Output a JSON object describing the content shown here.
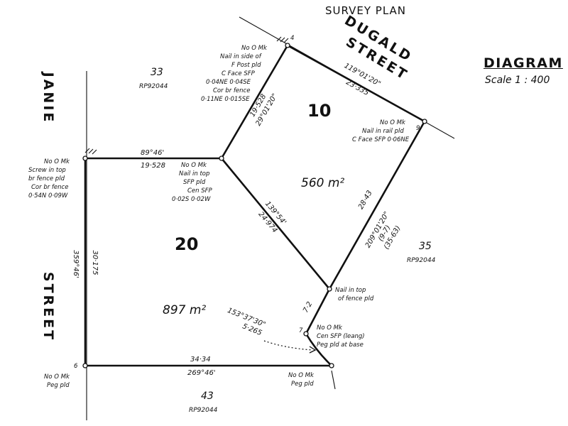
{
  "title": "SURVEY PLAN",
  "diagram": {
    "label": "DIAGRAM",
    "scale": "Scale 1 : 400"
  },
  "streets": {
    "dugald": [
      "DUGALD",
      "STREET"
    ],
    "janie": "JANIE",
    "janie_street": "STREET"
  },
  "lots": {
    "lot10": {
      "number": "10",
      "area": "560 m²"
    },
    "lot20": {
      "number": "20",
      "area": "897 m²"
    },
    "lot33": {
      "number": "33",
      "plan": "RP92044"
    },
    "lot35": {
      "number": "35",
      "plan": "RP92044"
    },
    "lot43": {
      "number": "43",
      "plan": "RP92044"
    }
  },
  "bearings": {
    "top_dugald": [
      "119°01'20\"",
      "23·335"
    ],
    "lot10_west": [
      "19·528",
      "29°01'20\""
    ],
    "lot20_north": [
      "89°46'",
      "19·528"
    ],
    "diagonal": [
      "139°54'",
      "24·974"
    ],
    "east": [
      "28·43",
      "209°01'20\"",
      "(9-7)",
      "(35·63)"
    ],
    "west": [
      "30·175",
      "359°46'"
    ],
    "south": [
      "34·34",
      "269°46'"
    ],
    "short_72": "7·2",
    "arc": [
      "153°37'30\"",
      "5·265"
    ]
  },
  "stations": {
    "s4": "4",
    "s9": "9",
    "s6": "6",
    "s7": "7"
  },
  "notes": {
    "corner4": [
      "No O Mk",
      "Nail in side of",
      "F Post pld",
      "C Face SFP",
      "0·04NE 0·04SE",
      "Cor br fence",
      "0·11NE 0·015SE"
    ],
    "corner9": [
      "No O Mk",
      "Nail in rail pld",
      "C Face SFP 0·06NE"
    ],
    "mid_junction": [
      "No O Mk",
      "Nail in top",
      "SFP pld",
      "Cen SFP",
      "0·02S 0·02W"
    ],
    "west_corner": [
      "No O Mk",
      "Screw in top",
      "br fence pld",
      "Cor br fence",
      "0·54N 0·09W"
    ],
    "fence_nail": [
      "Nail in top",
      "of fence pld"
    ],
    "corner7": [
      "No O Mk",
      "Cen SFP (leang)",
      "Peg pld at base"
    ],
    "corner6": [
      "No O Mk",
      "Peg pld"
    ],
    "south_east": [
      "No O Mk",
      "Peg pld"
    ]
  }
}
